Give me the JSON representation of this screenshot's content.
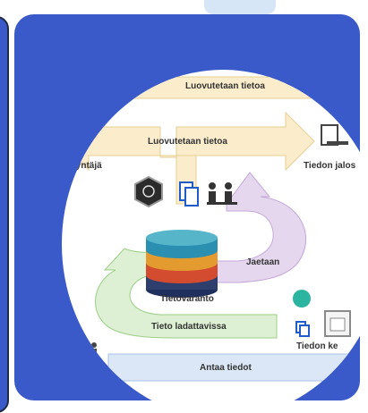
{
  "diagram": {
    "arrow_top_label": "Luovutetaan tietoa",
    "arrow_main_label": "Luovutetaan tietoa",
    "left_actor_label": "yödyntäjä",
    "right_top_label": "Tiedon jalos",
    "center_label": "Tietovaranto",
    "shared_label": "Jaetaan",
    "download_label": "Tieto ladattavissa",
    "bottom_right_label": "Tiedon ke",
    "bottom_bar_label": "Antaa tiedot",
    "colors": {
      "panel": "#3b5ac9",
      "beige_arrow": "#fbedcc",
      "purple_arrow": "#e4d7ee",
      "green_arrow": "#ddf0d3",
      "bottom_bar": "#dbe7f6"
    }
  }
}
